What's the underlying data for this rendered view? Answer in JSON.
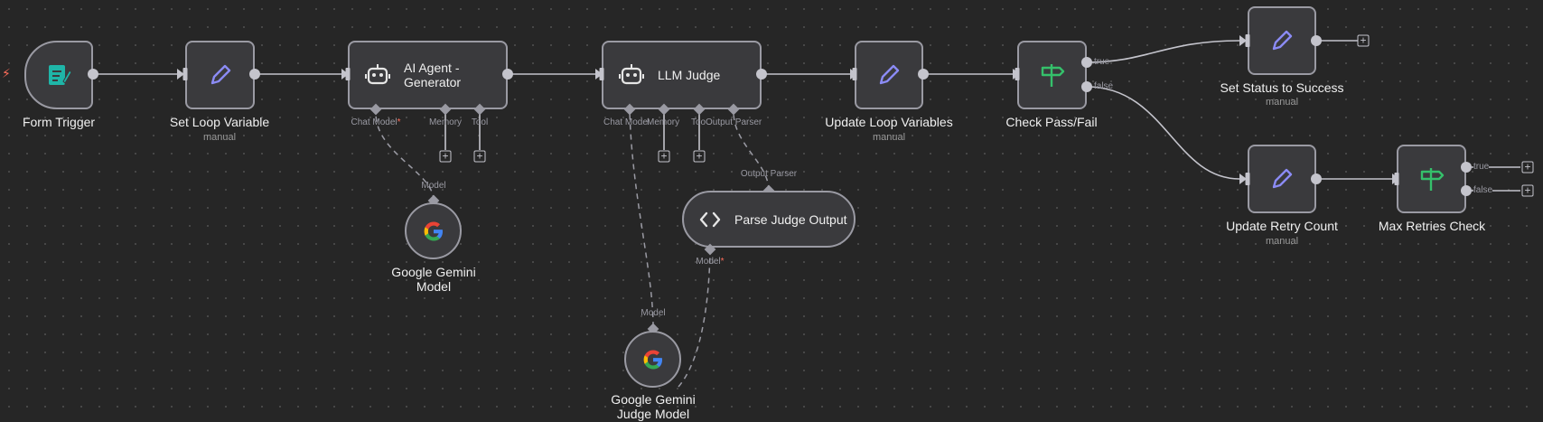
{
  "nodes": {
    "form_trigger": {
      "label": "Form Trigger"
    },
    "set_loop_variable": {
      "label": "Set Loop Variable",
      "sub": "manual"
    },
    "ai_agent_generator": {
      "title_line1": "AI Agent -",
      "title_line2": "Generator",
      "ports": {
        "chat_model": "Chat Model",
        "memory": "Memory",
        "tool": "Tool"
      }
    },
    "llm_judge": {
      "title": "LLM Judge",
      "ports": {
        "chat_model": "Chat Model",
        "memory": "Memory",
        "tool": "Tool",
        "output_parser": "Output Parser"
      }
    },
    "update_loop_variables": {
      "label": "Update Loop Variables",
      "sub": "manual"
    },
    "check_pass_fail": {
      "label": "Check Pass/Fail",
      "out_true": "true",
      "out_false": "false"
    },
    "set_status_success": {
      "label": "Set Status to Success",
      "sub": "manual"
    },
    "update_retry_count": {
      "label": "Update Retry Count",
      "sub": "manual"
    },
    "max_retries_check": {
      "label": "Max Retries Check",
      "out_true": "true",
      "out_false": "false"
    },
    "gemini_model": {
      "label_line1": "Google Gemini",
      "label_line2": "Model",
      "port": "Model"
    },
    "parse_judge_output": {
      "title": "Parse Judge Output",
      "port_in": "Output Parser",
      "port_model": "Model"
    },
    "gemini_judge_model": {
      "label_line1": "Google Gemini",
      "label_line2": "Judge Model",
      "port": "Model"
    }
  },
  "required_marker": "*",
  "colors": {
    "node_bg": "#3a3a3d",
    "node_border": "#9a9aa3",
    "edge": "#c4c4cc",
    "trigger_icon": "#1fb5a8",
    "edit_icon": "#8b8bf5",
    "if_icon": "#35c06b",
    "trigger_bolt": "#ff6d5a"
  },
  "icons": {
    "form_trigger": "form-icon",
    "set": "pencil-icon",
    "agent": "robot-icon",
    "if": "signpost-icon",
    "code": "code-brackets-icon",
    "gemini": "google-g-icon"
  }
}
